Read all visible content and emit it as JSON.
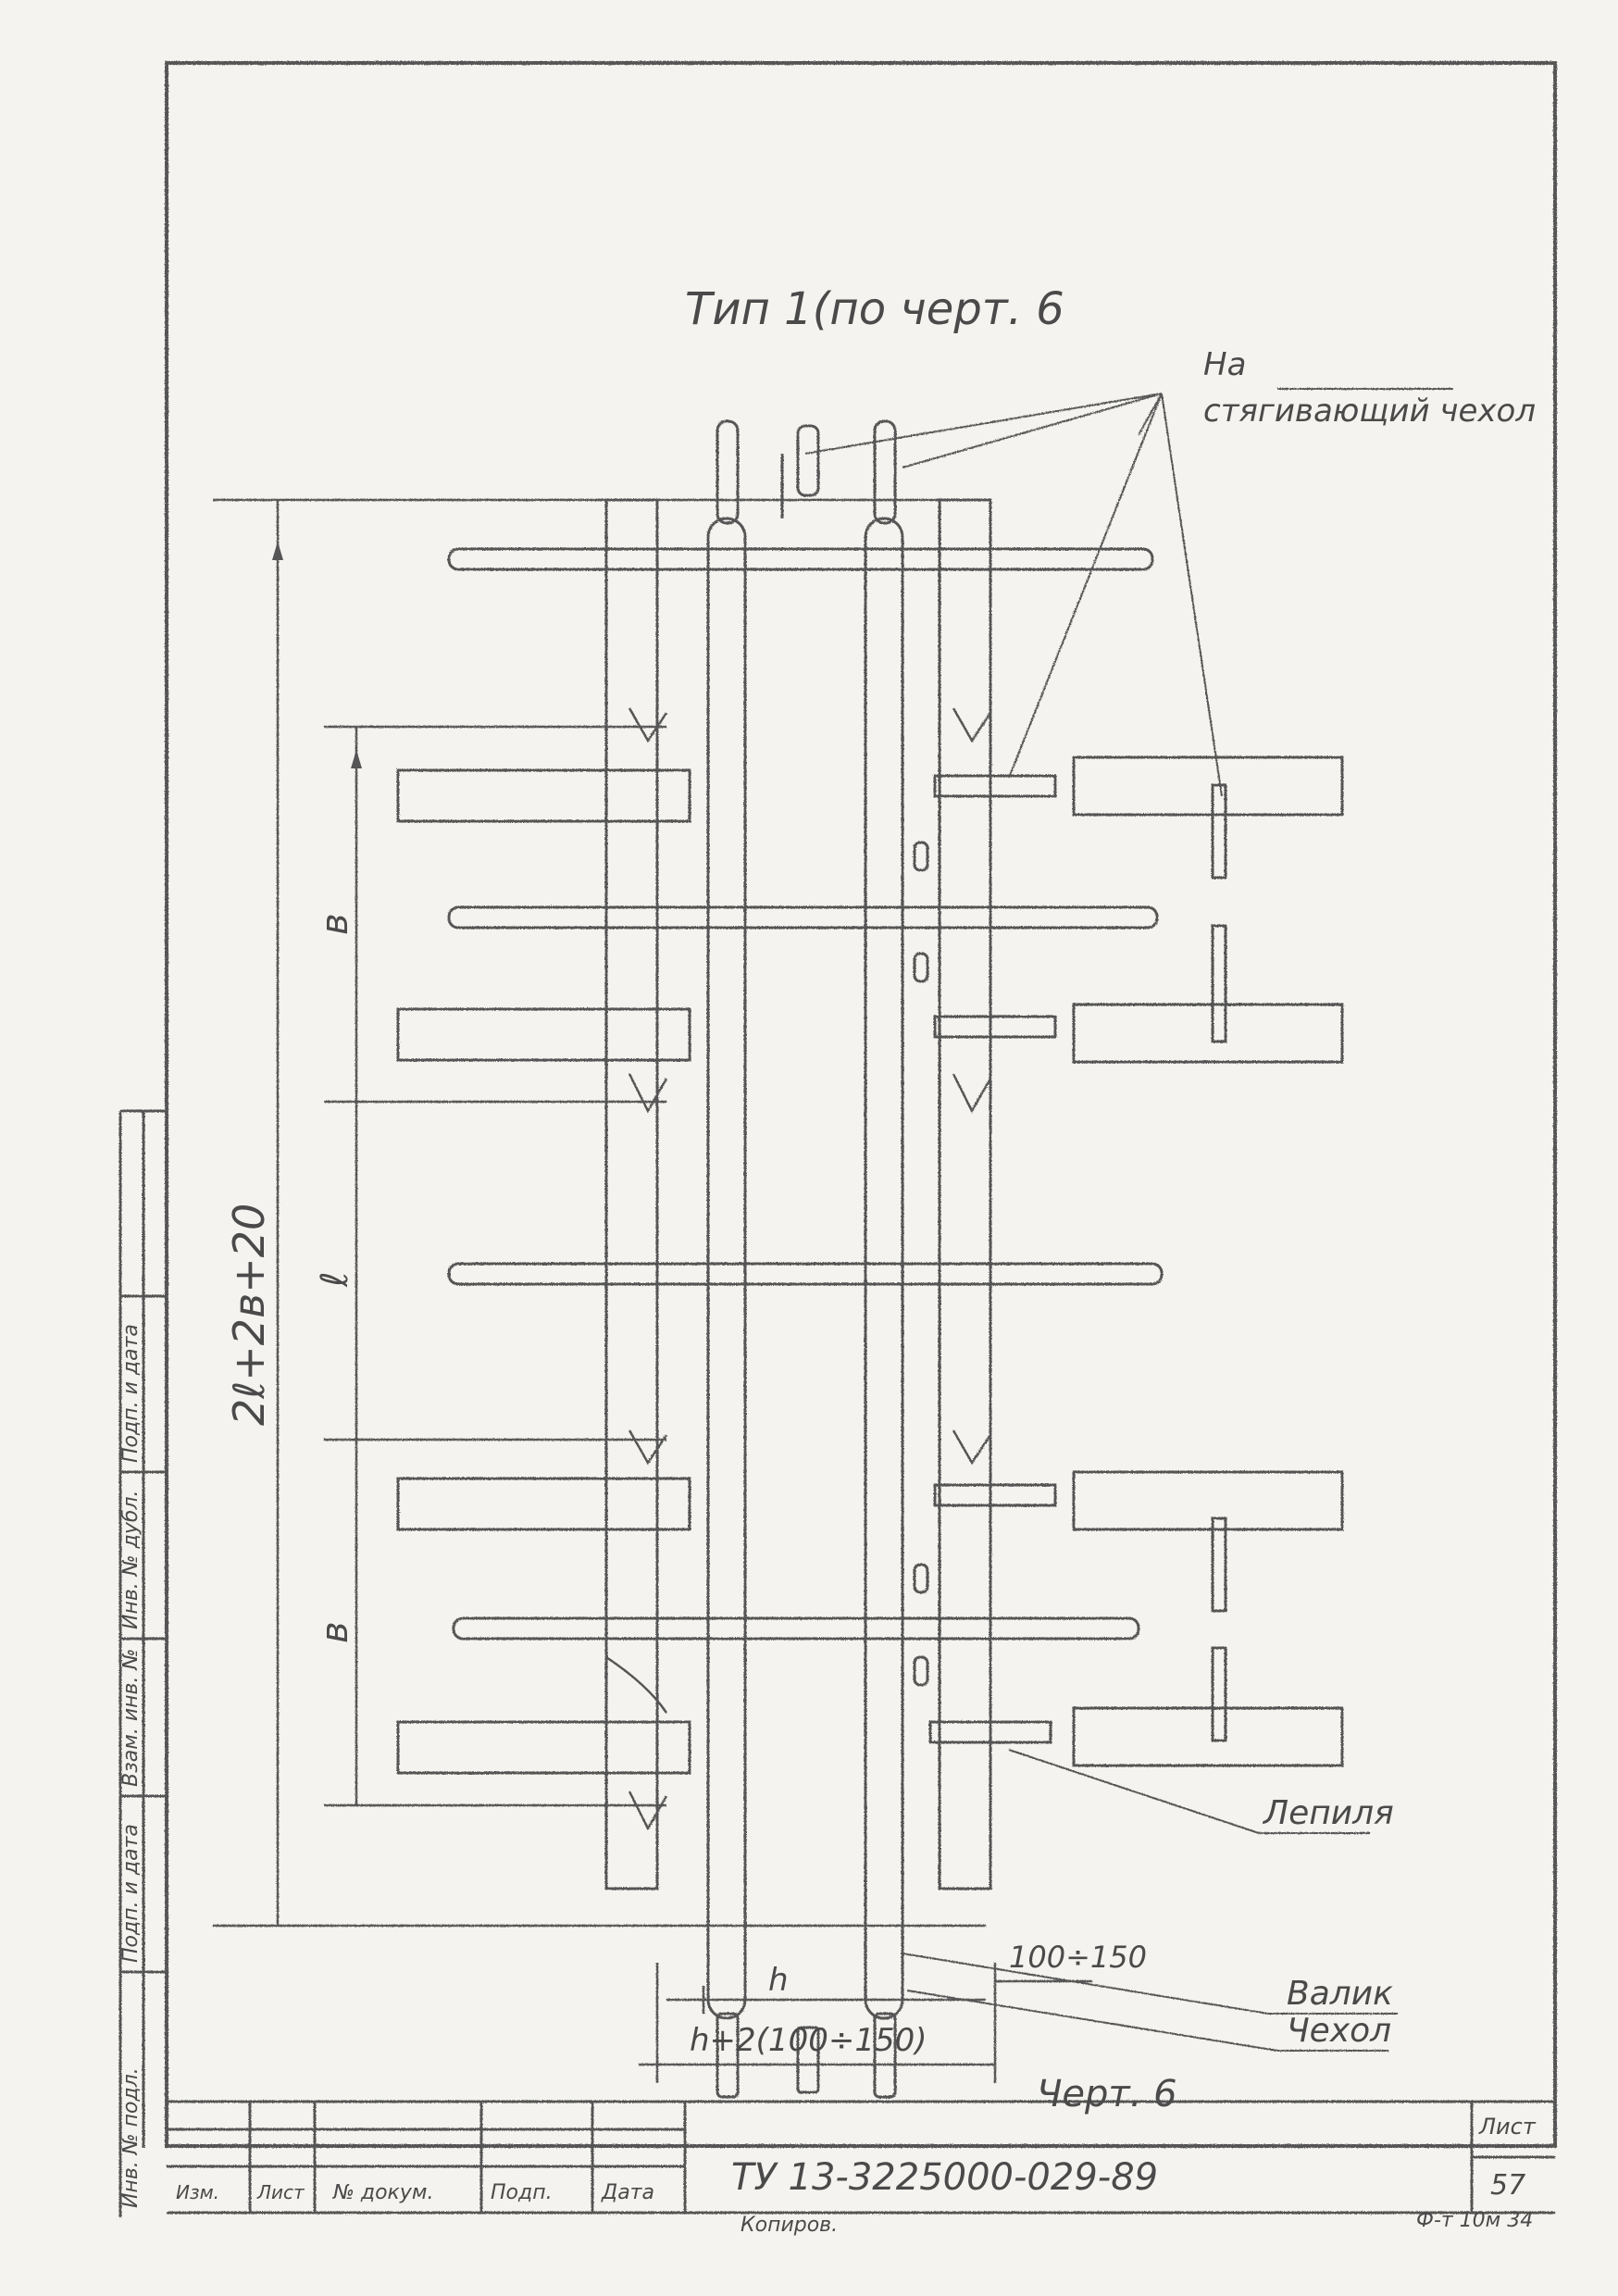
{
  "title": "Тип 1(по черт. 6",
  "callout_top": {
    "prefix": "На",
    "name": "стягивающий чехол"
  },
  "dimensions": {
    "overall_vertical": "2ℓ+2в+20",
    "span_b_upper": "в",
    "span_l": "ℓ",
    "span_b_lower": "в",
    "gap_h": "h",
    "offset": "100÷150",
    "overall_horizontal": "h+2(100÷150)"
  },
  "parts": {
    "lentya": "Лепиля",
    "valik": "Валик",
    "chekhol": "Чехол"
  },
  "drawing_ref": "Черт. 6",
  "title_block": {
    "doc_number": "ТУ 13-3225000-029-89",
    "sheet_label": "Лист",
    "sheet_no": "57",
    "stamp_columns": [
      "Изм.",
      "Лист",
      "№ докум.",
      "Подп.",
      "Дата"
    ],
    "stamp_extra": "Копиров.",
    "format": "Ф-т 10м 34"
  },
  "side_stamp": [
    "Инв. № подл.",
    "Подп. и дата",
    "Взам. инв. №",
    "Инв. № дубл.",
    "Подп. и дата"
  ],
  "colors": {
    "ink": "#4a4a4a",
    "paper": "#f4f3ef"
  }
}
